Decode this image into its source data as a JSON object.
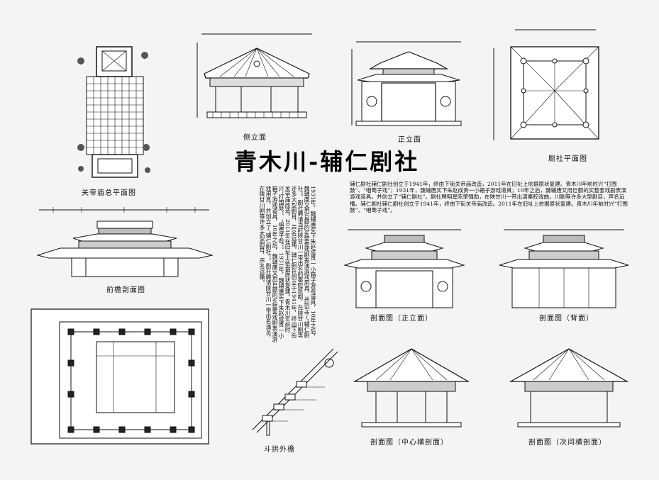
{
  "title": "青木川-辅仁剧社",
  "captions": {
    "guandi_plan": "关帝庙总平面图",
    "side_elevation": "侧立面",
    "front_elevation": "正立面",
    "theatre_plan": "剧社平面图",
    "front_eave_section": "前檐剖面图",
    "section_front": "剖面图（正立面）",
    "section_back": "剖面图（背面）",
    "section_center": "剖面图（中心横剖面）",
    "section_bay": "剖面图（次间横剖面）",
    "bracket_detail": "斗拱外檐"
  },
  "description_vertical": "1931年，魏辅唐买下朱赵成贵一小箱子游戏道具，10年之后，魏辅唐又用巨额的买整套戏剧表演游戏用具，并创立了“辅仁剧社”。剧社聘请当时陕甘川一带出名的秦腔班剧，在陕甘川剧等许多大型剧目，声名远播。辅仁剧社创立于1941年，终由下街关帝庙改造。2011年在旧址上依据原状复建。青木川年前时兴“打围鼓”、“唱莺子戏”。1931年，魏辅唐买下朱赵成贵一小箱子游戏道具，10年之后，魏辅唐又用巨额的买整套戏剧表演游戏用具，并创立了“辅仁剧社”。剧社聘请陕甘川一带出名演员，在陕甘川剧等许多大型剧目，声名远播。",
  "description_horizontal": "辅仁剧社辅仁剧社创立于1941年，终由下街关帝庙改造，2011年在旧址上依据原状复建。青木川年前时兴“打围鼓”、“唱莺子戏”；1931年，魏辅唐买下朱赵成贵一小箱子游戏道具；10年之后，魏辅唐又用巨额的买整套戏剧表演游戏道具，并创立了“辅仁剧社”。剧社聘明星陈荣强助，在陕甘川一带出演秦腔戏曲，川剧等许多大型剧目，声名远播。辅仁剧社辅仁剧社创立于1941年，终由下街关帝庙改造。2011年在旧址上依据原状复建。青木川年前时兴“打围鼓”、“唱莺子戏”。"
}
